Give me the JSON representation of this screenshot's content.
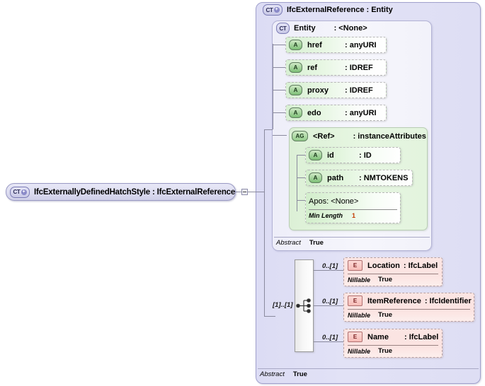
{
  "root": {
    "badge": "CT",
    "badge_icon": "plus-icon",
    "label": "IfcExternallyDefinedHatchStyle : IfcExternalReference",
    "expander_icon": "minus-expander-icon"
  },
  "outer": {
    "badge": "CT",
    "badge_icon": "plus-icon",
    "title": "IfcExternalReference : Entity",
    "abstract_key": "Abstract",
    "abstract_value": "True"
  },
  "entity": {
    "badge": "CT",
    "name": "Entity",
    "type": ": <None>",
    "abstract_key": "Abstract",
    "abstract_value": "True"
  },
  "attributes": [
    {
      "badge": "A",
      "name": "href",
      "type": ": anyURI"
    },
    {
      "badge": "A",
      "name": "ref",
      "type": ": IDREF"
    },
    {
      "badge": "A",
      "name": "proxy",
      "type": ": IDREF"
    },
    {
      "badge": "A",
      "name": "edo",
      "type": ": anyURI"
    }
  ],
  "attribute_group": {
    "badge": "AG",
    "name": "<Ref>",
    "type": ": instanceAttributes",
    "members": [
      {
        "badge": "A",
        "name": "id",
        "type": ": ID"
      },
      {
        "badge": "A",
        "name": "path",
        "type": ": NMTOKENS"
      },
      {
        "badge": "A",
        "name": "pos",
        "type": ": <None>",
        "facet_key": "Min Length",
        "facet_value": "1"
      }
    ]
  },
  "sequence": {
    "icon": "sequence-compositor-icon",
    "cardinality": "[1]..[1]"
  },
  "elements": [
    {
      "badge": "E",
      "name": "Location",
      "type": ": IfcLabel",
      "cardinality": "0..[1]",
      "meta_key": "Nillable",
      "meta_value": "True"
    },
    {
      "badge": "E",
      "name": "ItemReference",
      "type": ": IfcIdentifier",
      "cardinality": "0..[1]",
      "meta_key": "Nillable",
      "meta_value": "True"
    },
    {
      "badge": "E",
      "name": "Name",
      "type": ": IfcLabel",
      "cardinality": "0..[1]",
      "meta_key": "Nillable",
      "meta_value": "True"
    }
  ],
  "colors": {
    "container_bg": "#dcdcf4",
    "attribute_green": "#d7f0d2",
    "element_pink": "#fbe5e3",
    "facet_red": "#c33a00"
  }
}
